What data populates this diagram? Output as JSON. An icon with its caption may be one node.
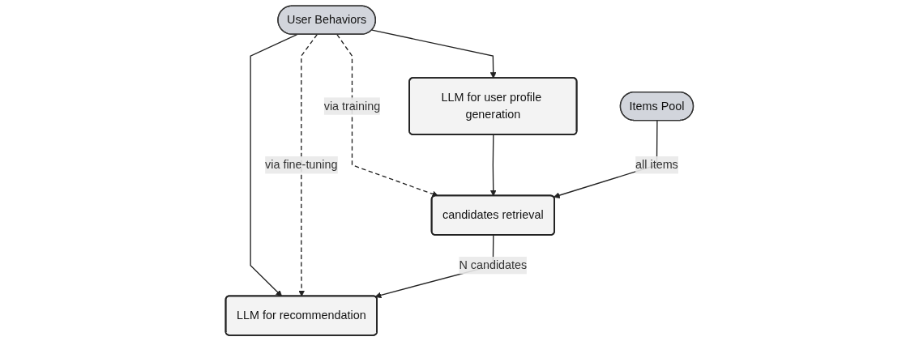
{
  "diagram": {
    "nodes": [
      {
        "text": [
          "User Behaviors"
        ]
      },
      {
        "text": [
          "LLM for user profile generation"
        ]
      },
      {
        "text": [
          "LLM for recommendation"
        ]
      },
      {
        "text": [
          "Items Pool"
        ]
      },
      {
        "text": [
          "candidates retrieval"
        ]
      }
    ],
    "edges": [
      {
        "from": 0,
        "to": 1,
        "arrow": "to"
      },
      {
        "from": 0,
        "to": 4,
        "arrow": "to",
        "label": "via training",
        "style": "dashed"
      },
      {
        "from": 0,
        "to": 2,
        "arrow": "to"
      },
      {
        "from": 0,
        "to": 2,
        "arrow": "to",
        "label": "via fine-tuning",
        "style": "dashed"
      },
      {
        "from": 1,
        "to": 4,
        "arrow": "to"
      },
      {
        "from": 3,
        "to": 4,
        "arrow": "to",
        "label": "all items"
      },
      {
        "from": 4,
        "to": 2,
        "arrow": "to",
        "label": "N candidates"
      }
    ]
  }
}
